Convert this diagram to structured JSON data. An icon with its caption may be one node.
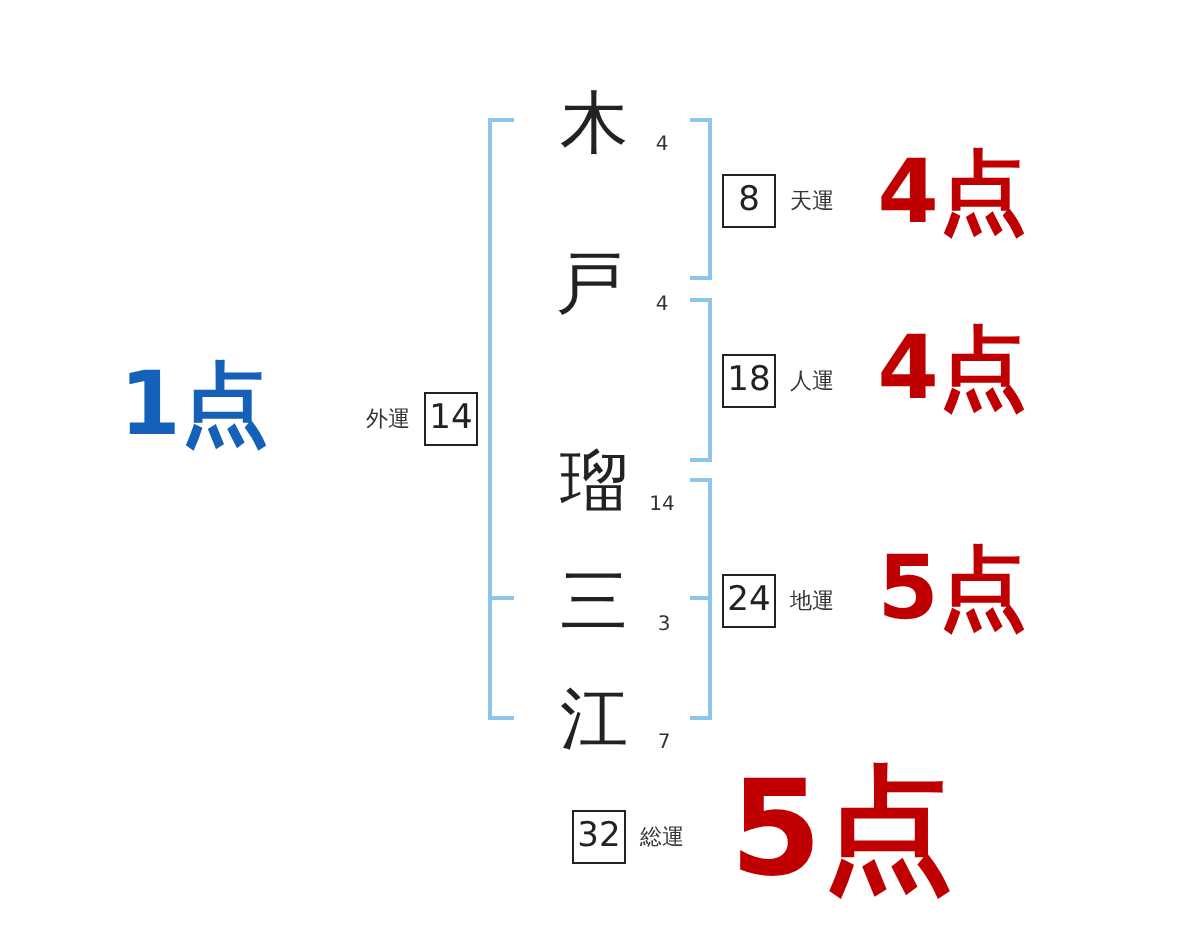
{
  "diagram": {
    "nodes": [
      {
        "text": [
          "8"
        ],
        "beside": [
          "天運"
        ]
      },
      {
        "text": [
          "18"
        ],
        "beside": [
          "人運"
        ]
      },
      {
        "text": [
          "14"
        ],
        "beside": [
          "外運"
        ]
      },
      {
        "text": [
          "24"
        ],
        "beside": [
          "地運"
        ]
      },
      {
        "text": [
          "32"
        ],
        "beside": [
          "総運"
        ]
      }
    ],
    "labels": [
      "木",
      "4",
      "4点",
      "戸",
      "4",
      "4点",
      "1点",
      "瑠",
      "14",
      "5点",
      "三",
      "3",
      "江",
      "7",
      "5点"
    ]
  }
}
